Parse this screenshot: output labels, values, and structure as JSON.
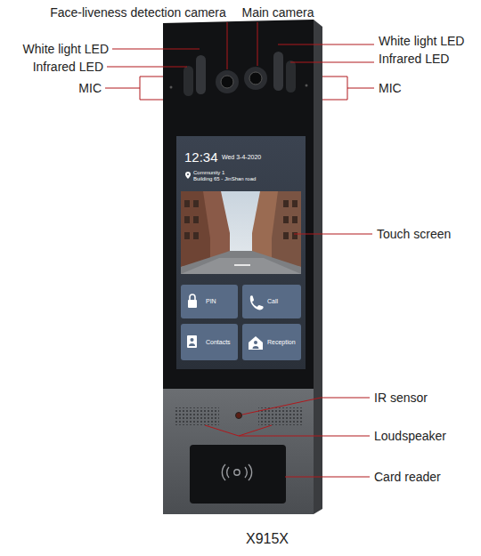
{
  "diagram": {
    "caption": "X915X",
    "nodes": [
      {
        "text": [
          "PIN"
        ]
      },
      {
        "text": [
          "Call"
        ]
      },
      {
        "text": [
          "Contacts"
        ]
      },
      {
        "text": [
          "Reception"
        ]
      }
    ],
    "labels": [
      "Face-liveness detection camera",
      "Main camera",
      "White light LED",
      "Infrared LED",
      "MIC",
      "White light LED",
      "Infrared LED",
      "MIC",
      "12:34",
      "Wed 3-4-2020",
      "Community 1",
      "Building 65 - JinShan road",
      "Touch screen",
      "IR sensor",
      "Loudspeaker",
      "Card reader"
    ]
  }
}
